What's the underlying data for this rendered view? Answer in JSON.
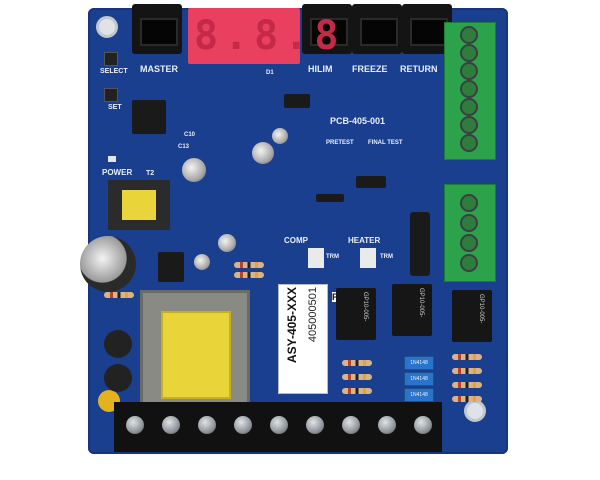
{
  "board": {
    "display": "8.8.8",
    "labels": {
      "master": "MASTER",
      "hilim": "HILIM",
      "freeze": "FREEZE",
      "return": "RETURN",
      "select": "SELECT",
      "set": "SET",
      "power": "POWER",
      "pcb": "PCB-405-001",
      "pretest": "PRETEST",
      "final": "FINAL TEST",
      "comp": "COMP",
      "heater": "HEATER",
      "trm": "TRM",
      "t2": "T2",
      "d1": "D1",
      "c10": "C10",
      "c13": "C13"
    },
    "sticker": {
      "line1": "405000501",
      "line2": "ASY-405-XXX",
      "line3": "FR"
    },
    "relay_label": "GP10-005-",
    "bluebox_label": "1N4148"
  },
  "colors": {
    "pcb": "#1b3f8f",
    "display": "#e8405e",
    "terminal_green": "#2ca24a",
    "terminal_black": "#111111",
    "transformer_yellow": "#e9d43a"
  }
}
